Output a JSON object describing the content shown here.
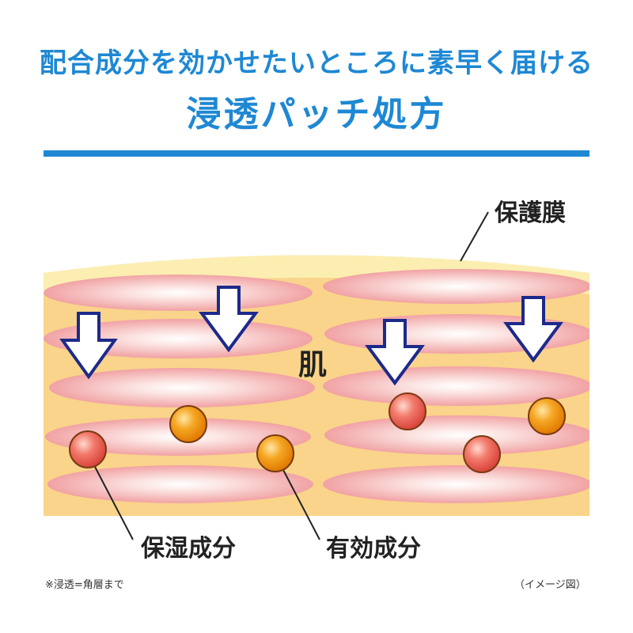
{
  "headline": {
    "subtitle": "配合成分を効かせたいところに素早く届ける",
    "title": "浸透パッチ処方"
  },
  "labels": {
    "membrane": "保護膜",
    "skin": "肌",
    "moisturizing": "保湿成分",
    "active": "有効成分"
  },
  "footnote": "※浸透=角層まで",
  "image_note": "（イメージ図）",
  "colors": {
    "accent_blue": "#1e88d4",
    "arrow_outline": "#1c2a8a",
    "skin_base": "#f9d48a",
    "membrane": "#fbeeb0",
    "cell_pink": "#f3a5a6",
    "moisturizing_particle": "#e85a4f",
    "active_particle": "#e88a10"
  },
  "icons": [
    "down-arrow-icon",
    "particle-icon"
  ]
}
